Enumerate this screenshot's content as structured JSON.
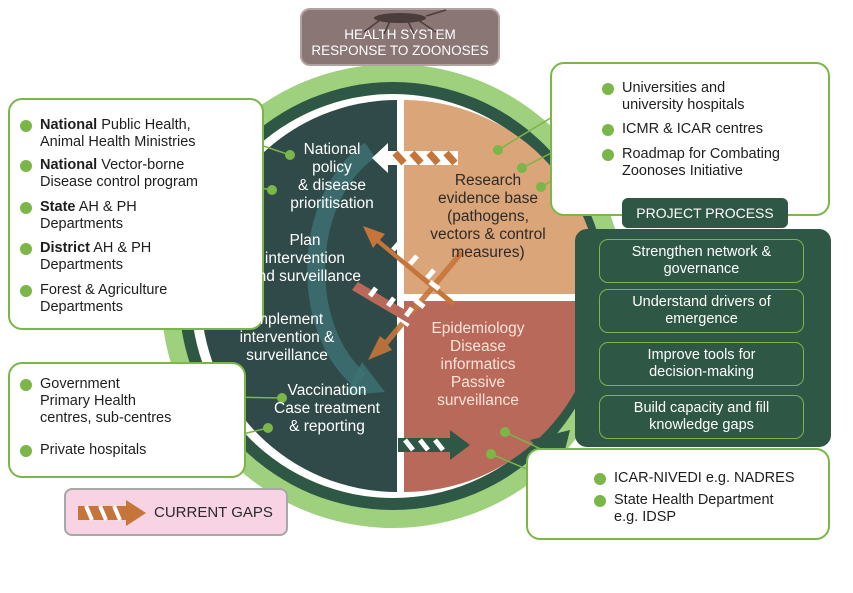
{
  "title": {
    "line1": "HEALTH SYSTEM",
    "line2": "RESPONSE TO ZOONOSES"
  },
  "stakeholders_national": [
    {
      "bold": "National",
      "rest": " Public Health,",
      "line2": "Animal Health Ministries"
    },
    {
      "bold": "National",
      "rest": " Vector-borne",
      "line2": "Disease control program"
    },
    {
      "bold": "State",
      "rest": " AH & PH",
      "line2": "Departments"
    },
    {
      "bold": "District",
      "rest": " AH & PH",
      "line2": "Departments"
    },
    {
      "bold": "",
      "rest": "Forest & Agriculture",
      "line2": "Departments"
    }
  ],
  "stakeholders_health": [
    {
      "line1": "Government",
      "line2": "Primary Health",
      "line3": "centres, sub-centres"
    },
    {
      "line1": "Private hospitals"
    }
  ],
  "research_partners": [
    {
      "line1": "Universities and",
      "line2": "university hospitals"
    },
    {
      "line1": "ICMR & ICAR centres"
    },
    {
      "line1": "Roadmap for Combating",
      "line2": "Zoonoses Initiative"
    }
  ],
  "surveillance_partners": [
    {
      "line1": "ICAR-NIVEDI e.g. NADRES"
    },
    {
      "line1": "State Health Department",
      "line2": "e.g. IDSP"
    }
  ],
  "cycle": {
    "policy": [
      "National",
      "policy",
      "& disease",
      "prioritisation"
    ],
    "plan": [
      "Plan",
      "intervention",
      "and surveillance"
    ],
    "implement": [
      "Implement",
      "intervention &",
      "surveillance"
    ],
    "vaccination": [
      "Vaccination",
      "Case treatment",
      "& reporting"
    ],
    "research": [
      "Research",
      "evidence base",
      "(pathogens,",
      "vectors & control",
      "measures)"
    ],
    "epi": [
      "Epidemiology",
      "Disease",
      "informatics",
      "Passive",
      "surveillance"
    ]
  },
  "project_process": {
    "title": "PROJECT PROCESS",
    "items": [
      {
        "line1": "Strengthen network &",
        "line2": "governance"
      },
      {
        "line1": "Understand drivers of",
        "line2": "emergence"
      },
      {
        "line1": "Improve tools for",
        "line2": "decision-making"
      },
      {
        "line1": "Build capacity and fill",
        "line2": "knowledge gaps"
      }
    ]
  },
  "legend": {
    "label": "CURRENT GAPS"
  },
  "colors": {
    "dark_green": "#2f5745",
    "light_green": "#7ab648",
    "tan": "#dba57a",
    "rose": "#b9695a",
    "gap_stripe": "#c5753a",
    "title_box": "#8a7675",
    "legend_bg": "#f7d3e3"
  }
}
